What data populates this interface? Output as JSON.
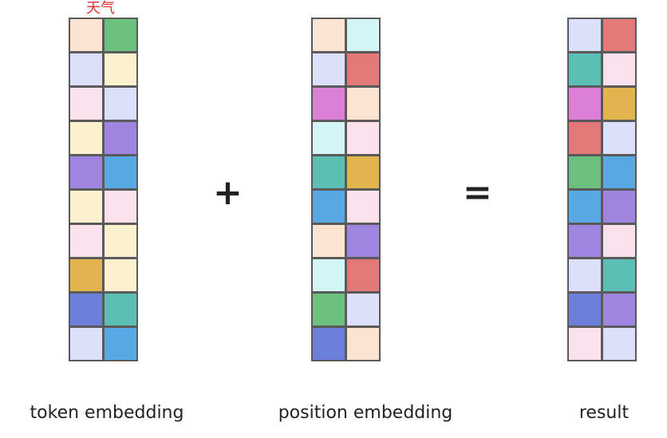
{
  "annotation": "天气",
  "operators": {
    "plus": "+",
    "equals": "="
  },
  "labels": {
    "token": "token embedding",
    "position": "position embedding",
    "result": "result"
  },
  "colors": {
    "peach": "#fbe3d0",
    "green": "#6cc07f",
    "lavender": "#dcdffa",
    "cream": "#fbf1cf",
    "pink": "#fbe1ec",
    "purple": "#9f84e0",
    "blue": "#58a8e3",
    "gold": "#e2b44e",
    "indigo": "#6b7fd8",
    "teal": "#5cbfb5",
    "cyan": "#d3f5f6",
    "red": "#e27878",
    "magenta": "#dc7fd7"
  },
  "matrices": {
    "token": [
      [
        "peach",
        "green"
      ],
      [
        "lavender",
        "cream"
      ],
      [
        "pink",
        "lavender"
      ],
      [
        "cream",
        "purple"
      ],
      [
        "purple",
        "blue"
      ],
      [
        "cream",
        "pink"
      ],
      [
        "pink",
        "cream"
      ],
      [
        "gold",
        "cream"
      ],
      [
        "indigo",
        "teal"
      ],
      [
        "lavender",
        "blue"
      ]
    ],
    "position": [
      [
        "peach",
        "cyan"
      ],
      [
        "lavender",
        "red"
      ],
      [
        "magenta",
        "peach"
      ],
      [
        "cyan",
        "pink"
      ],
      [
        "teal",
        "gold"
      ],
      [
        "blue",
        "pink"
      ],
      [
        "peach",
        "purple"
      ],
      [
        "cyan",
        "red"
      ],
      [
        "green",
        "lavender"
      ],
      [
        "indigo",
        "peach"
      ]
    ],
    "result": [
      [
        "lavender",
        "red"
      ],
      [
        "teal",
        "pink"
      ],
      [
        "magenta",
        "gold"
      ],
      [
        "red",
        "lavender"
      ],
      [
        "green",
        "blue"
      ],
      [
        "blue",
        "purple"
      ],
      [
        "purple",
        "pink"
      ],
      [
        "lavender",
        "teal"
      ],
      [
        "indigo",
        "purple"
      ],
      [
        "pink",
        "lavender"
      ]
    ]
  }
}
